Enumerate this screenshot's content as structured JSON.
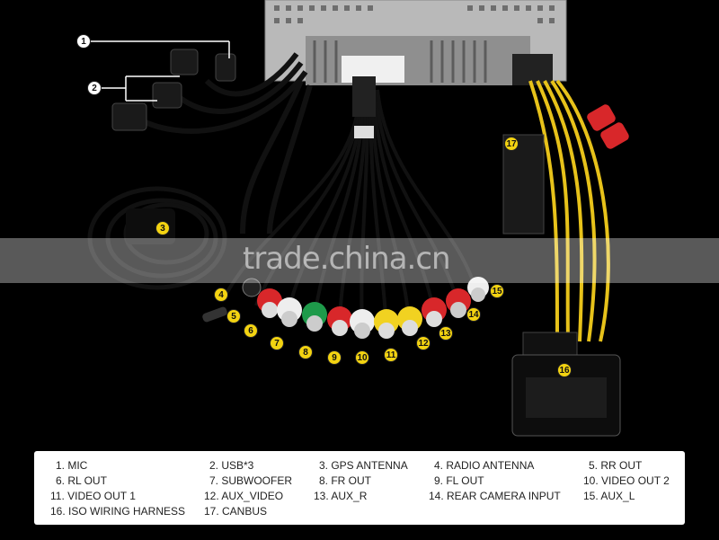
{
  "watermark": {
    "text": "trade.china.cn"
  },
  "callouts": [
    "1",
    "2",
    "3",
    "4",
    "5",
    "6",
    "7",
    "8",
    "9",
    "10",
    "11",
    "12",
    "13",
    "14",
    "15",
    "16",
    "17"
  ],
  "legend": {
    "items": [
      "1. MIC",
      "2. USB*3",
      "3. GPS ANTENNA",
      "4. RADIO ANTENNA",
      "5. RR OUT",
      "6. RL OUT",
      "7. SUBWOOFER",
      "8. FR OUT",
      "9. FL OUT",
      "10. VIDEO OUT 2",
      "11. VIDEO OUT 1",
      "12. AUX_VIDEO",
      "13. AUX_R",
      "14. REAR CAMERA INPUT",
      "15. AUX_L",
      "16. ISO WIRING HARNESS",
      "17. CANBUS"
    ]
  },
  "colors": {
    "background": "#000000",
    "callout": "#f3d311",
    "rca_red": "#d8272a",
    "rca_white": "#eeeeee",
    "rca_green": "#1e9a4a",
    "rca_yellow": "#f1d221",
    "wire_yellow": "#e7c21a"
  }
}
